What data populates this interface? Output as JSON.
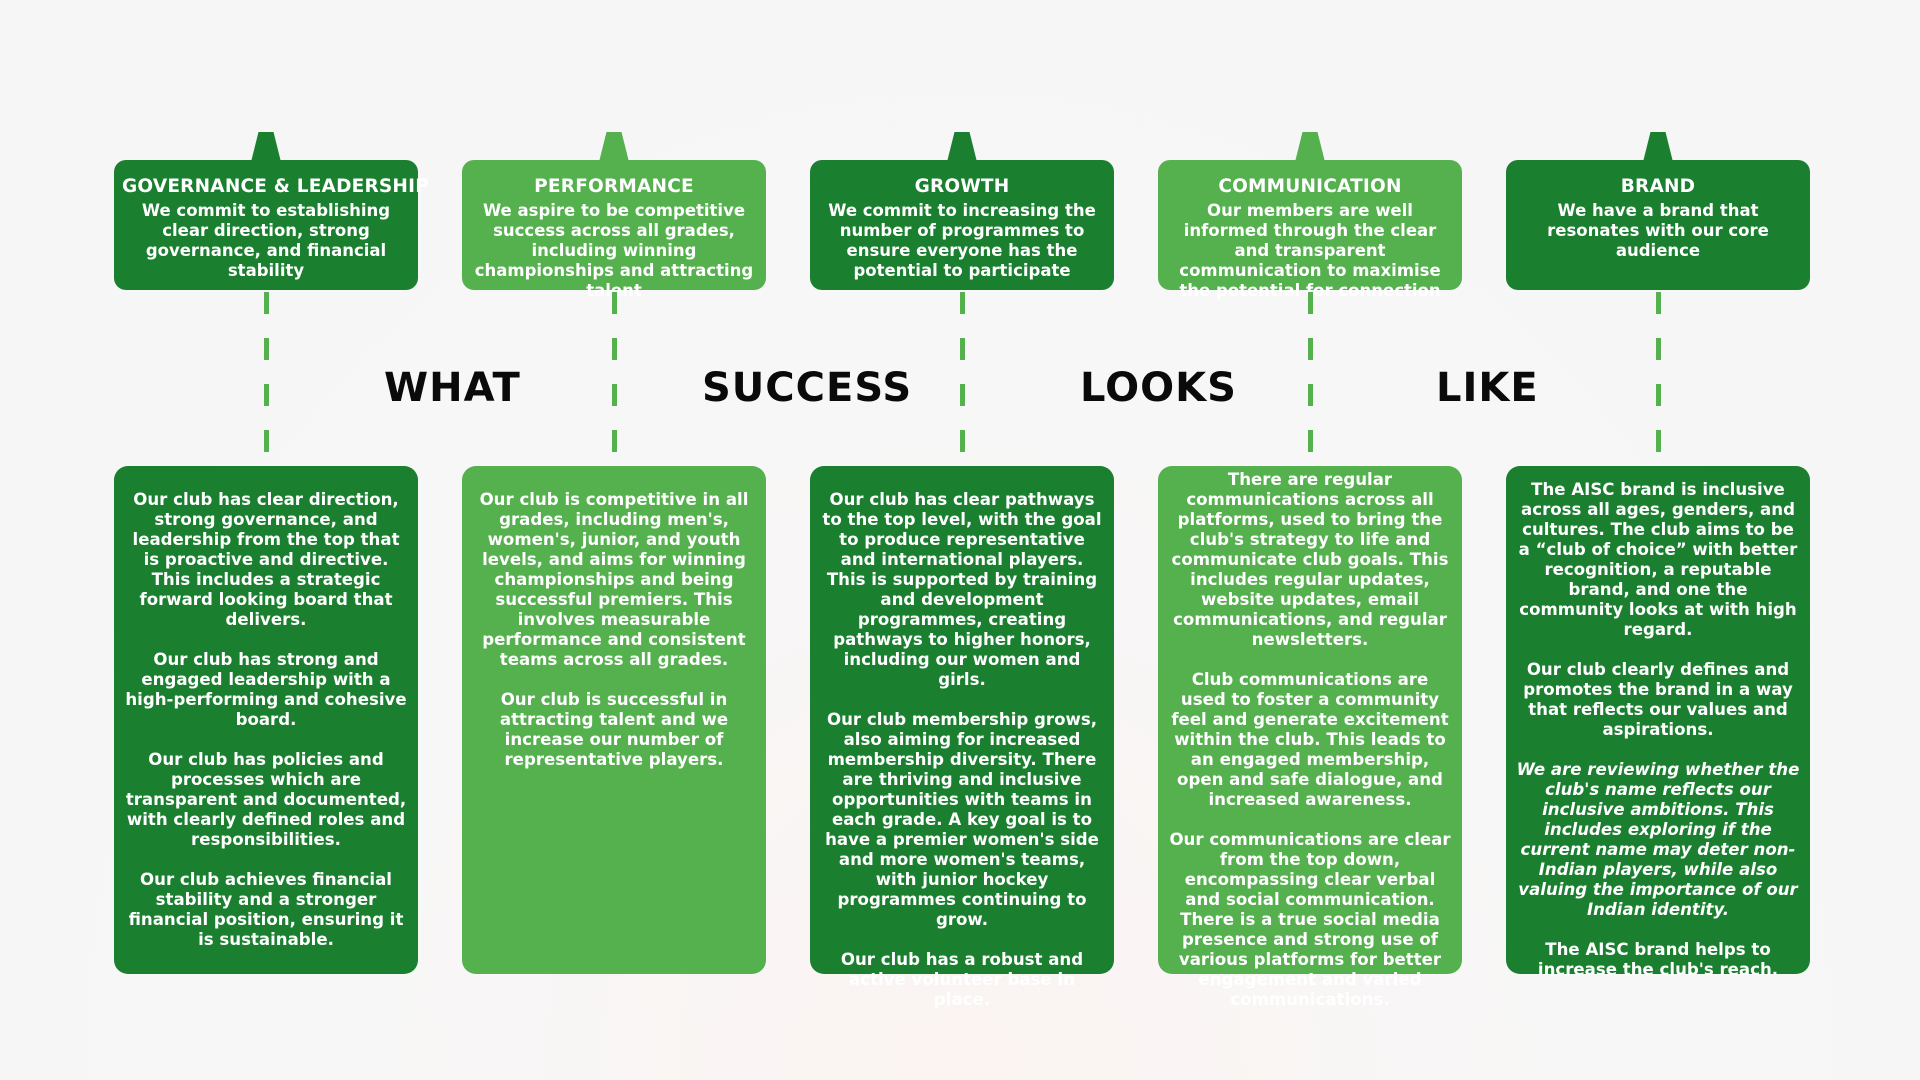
{
  "banner": {
    "words": [
      "WHAT",
      "SUCCESS",
      "LOOKS",
      "LIKE"
    ]
  },
  "colors": {
    "dark_green": "#1a7f2f",
    "light_green": "#55b04e",
    "text": "#ffffff",
    "banner_text": "#0a0a0a"
  },
  "columns": [
    {
      "title": "GOVERNANCE & LEADERSHIP",
      "summary": "We commit to establishing clear direction, strong governance, and financial stability",
      "details": [
        "Our club has clear direction, strong governance, and leadership from the top that is proactive and directive. This includes a strategic forward looking board that delivers.",
        "Our club has strong and engaged leadership with a high-performing and cohesive board.",
        "Our club has policies and processes which are transparent and documented, with clearly defined roles and responsibilities.",
        "Our club achieves financial stability and a stronger financial position, ensuring it is sustainable."
      ]
    },
    {
      "title": "PERFORMANCE",
      "summary": "We aspire to be competitive success across all grades, including winning championships and attracting talent",
      "details": [
        "Our club is competitive in all grades, including men's, women's, junior, and youth levels, and aims for winning championships and being successful premiers. This involves measurable performance and consistent teams across all grades.",
        "Our club is successful in attracting talent and we increase our number of representative players."
      ]
    },
    {
      "title": "GROWTH",
      "summary": "We commit to increasing the number of programmes to ensure everyone has the potential to participate",
      "details": [
        "Our club has clear pathways to the top level, with the goal to produce representative and international players. This is supported by training and development programmes, creating pathways to higher honors, including our women and girls.",
        "Our club membership grows, also aiming for increased membership diversity. There are thriving and inclusive opportunities with teams in each grade. A key goal is to have a premier women's side and more women's teams, with junior hockey programmes continuing to grow.",
        "Our club has a robust and active volunteer base in place."
      ]
    },
    {
      "title": "COMMUNICATION",
      "summary": "Our members are well informed through the clear and transparent communication to maximise the potential for connection",
      "details": [
        "There are regular communications across all platforms, used to bring the club's strategy to life and communicate club goals. This includes regular updates, website updates, email communications, and regular newsletters.",
        "Club communications are used to foster a community feel and generate excitement within the club. This leads to an engaged membership, open and safe dialogue, and increased awareness.",
        "Our communications are clear from the top down, encompassing clear verbal and social communication. There is a true social media presence and strong use of various platforms for better engagement and varied communications."
      ]
    },
    {
      "title": "BRAND",
      "summary": "We have a brand that resonates with our core audience",
      "details": [
        "The AISC brand is inclusive across all ages, genders, and cultures. The club aims to be a “club of choice” with better recognition, a reputable brand, and one the community looks at with high regard.",
        "Our club clearly defines and promotes the brand in a way that reflects our values and aspirations.",
        "We are reviewing whether the club's name reflects our inclusive ambitions. This includes exploring if the current name may deter non-Indian players, while also valuing the importance of our Indian identity.",
        "The AISC brand helps to increase the club's reach."
      ]
    }
  ]
}
